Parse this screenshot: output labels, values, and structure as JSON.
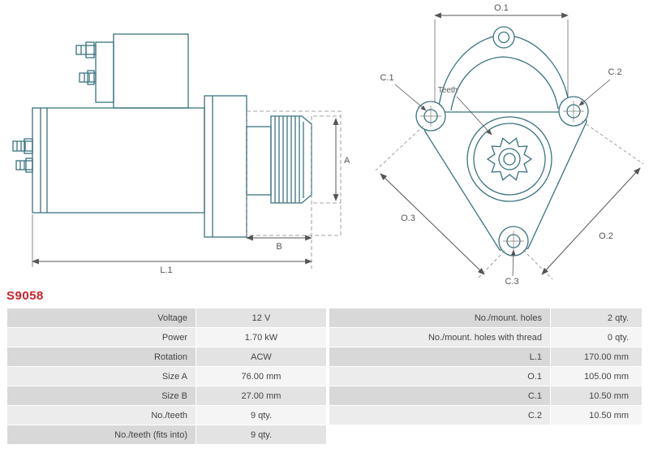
{
  "part_number": "S9058",
  "colors": {
    "accent_red": "#cc2129",
    "drawing_line": "#3a7380",
    "dimension_line": "#555555",
    "table_row_dark": "#d8d8d8",
    "table_row_light": "#ececec"
  },
  "drawing": {
    "labels": {
      "dim_a": "A",
      "dim_b": "B",
      "dim_l1": "L.1",
      "dim_o1": "O.1",
      "dim_o2": "O.2",
      "dim_o3": "O.3",
      "dim_c1": "C.1",
      "dim_c2": "C.2",
      "dim_c3": "C.3",
      "teeth": "Teeth"
    }
  },
  "specs_left": [
    {
      "label": "Voltage",
      "value": "12 V"
    },
    {
      "label": "Power",
      "value": "1.70 kW"
    },
    {
      "label": "Rotation",
      "value": "ACW"
    },
    {
      "label": "Size A",
      "value": "76.00 mm"
    },
    {
      "label": "Size B",
      "value": "27.00 mm"
    },
    {
      "label": "No./teeth",
      "value": "9 qty."
    },
    {
      "label": "No./teeth (fits into)",
      "value": "9 qty."
    }
  ],
  "specs_right": [
    {
      "label": "No./mount. holes",
      "value": "2 qty."
    },
    {
      "label": "No./mount. holes with thread",
      "value": "0 qty."
    },
    {
      "label": "L.1",
      "value": "170.00 mm"
    },
    {
      "label": "O.1",
      "value": "105.00 mm"
    },
    {
      "label": "C.1",
      "value": "10.50 mm"
    },
    {
      "label": "C.2",
      "value": "10.50 mm"
    }
  ]
}
